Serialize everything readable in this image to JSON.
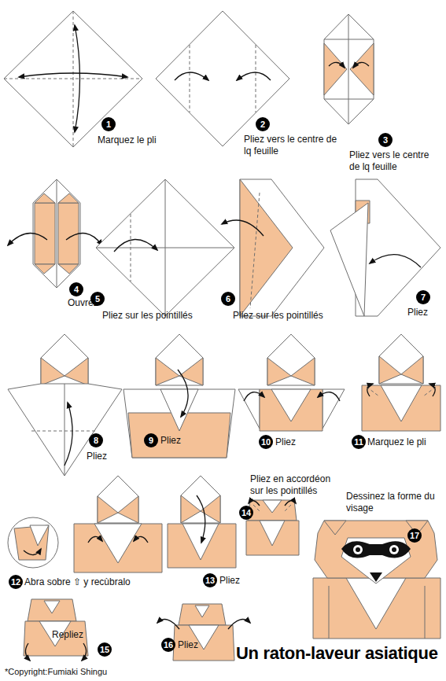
{
  "diagram": {
    "title": "Un raton-laveur asiatique",
    "labels": [
      "1",
      "Marquez le pli",
      "2",
      "Pliez vers le centre de lq feuille",
      "3",
      "Pliez vers le centre de lq feuille",
      "4",
      "Ouvrez",
      "5",
      "Pliez sur les pointillés",
      "6",
      "Pliez sur les pointillés",
      "7",
      "Pliez",
      "8",
      "Pliez",
      "9",
      "Pliez",
      "10",
      "Pliez",
      "11",
      "Marquez le pli",
      "12",
      "Abra sobre ⇧ y recùbralo",
      "13",
      "Pliez",
      "Pliez en accordéon sur les pointillés",
      "14",
      "Repliez",
      "15",
      "16",
      "Pliez",
      "Dessinez la forme du visage",
      "17",
      "*Copyright:Fumiaki Shingu"
    ]
  }
}
